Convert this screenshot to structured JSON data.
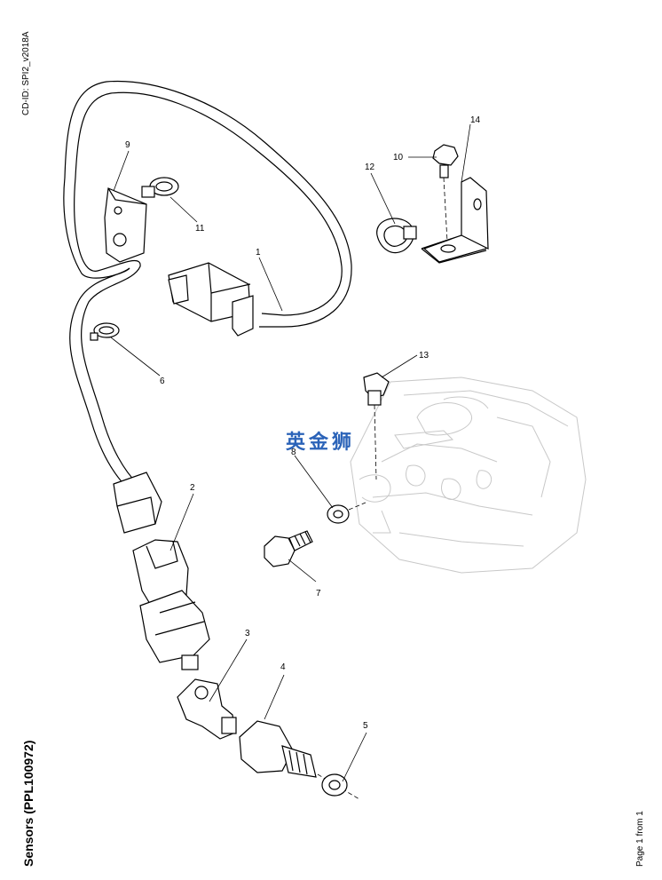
{
  "header": {
    "cd_id": "CD-ID: SPI2_v2018A"
  },
  "footer": {
    "title": "Sensors (PPL100972)",
    "page": "Page 1 from 1"
  },
  "watermark": {
    "text": "英金狮",
    "color": "#2b63b8"
  },
  "callouts": {
    "c1": "1",
    "c2": "2",
    "c3": "3",
    "c4": "4",
    "c5": "5",
    "c6": "6",
    "c7": "7",
    "c8": "8",
    "c9": "9",
    "c10": "10",
    "c11": "11",
    "c12": "12",
    "c13": "13",
    "c14": "14"
  },
  "parts": [
    {
      "callout": "1",
      "icon": "wiring-harness-icon"
    },
    {
      "callout": "2",
      "icon": "sensor-icon"
    },
    {
      "callout": "3",
      "icon": "elbow-adapter-icon"
    },
    {
      "callout": "4",
      "icon": "banjo-bolt-icon"
    },
    {
      "callout": "5",
      "icon": "washer-icon"
    },
    {
      "callout": "6",
      "icon": "cable-clip-icon"
    },
    {
      "callout": "7",
      "icon": "bolt-icon"
    },
    {
      "callout": "8",
      "icon": "washer-icon"
    },
    {
      "callout": "9",
      "icon": "bracket-icon"
    },
    {
      "callout": "10",
      "icon": "bolt-icon"
    },
    {
      "callout": "11",
      "icon": "cable-clip-icon"
    },
    {
      "callout": "12",
      "icon": "cable-clip-icon"
    },
    {
      "callout": "13",
      "icon": "plug-icon"
    },
    {
      "callout": "14",
      "icon": "bracket-icon"
    }
  ]
}
